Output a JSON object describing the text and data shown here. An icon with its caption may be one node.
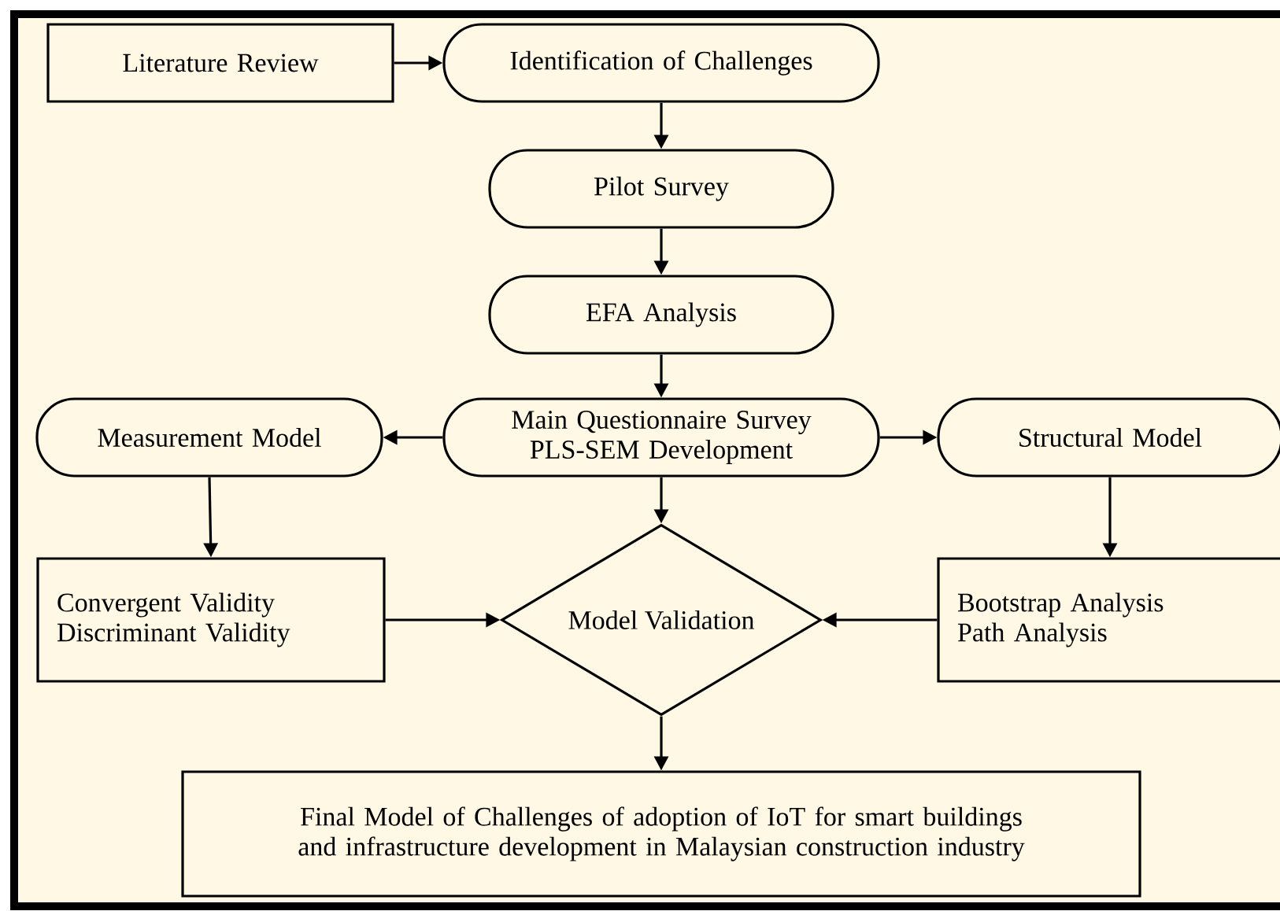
{
  "diagram": {
    "nodes": [
      {
        "text": [
          "Literature Review"
        ]
      },
      {
        "text": [
          "Identification of Challenges"
        ]
      },
      {
        "text": [
          "Pilot Survey"
        ]
      },
      {
        "text": [
          "EFA Analysis"
        ]
      },
      {
        "text": [
          "Main Questionnaire Survey",
          "PLS-SEM Development"
        ]
      },
      {
        "text": [
          "Measurement Model"
        ]
      },
      {
        "text": [
          "Structural Model"
        ]
      },
      {
        "text": [
          "Convergent Validity",
          "Discriminant Validity"
        ]
      },
      {
        "text": [
          "Model Validation"
        ]
      },
      {
        "text": [
          "Bootstrap Analysis",
          "Path Analysis"
        ]
      },
      {
        "text": [
          "Final Model of Challenges of adoption of IoT for smart buildings and infrastructure development in Malaysian construction industry"
        ]
      }
    ],
    "edges": [
      {
        "from": 0,
        "to": 1,
        "arrow": "to"
      },
      {
        "from": 1,
        "to": 2,
        "arrow": "to"
      },
      {
        "from": 2,
        "to": 3,
        "arrow": "to"
      },
      {
        "from": 3,
        "to": 4,
        "arrow": "to"
      },
      {
        "from": 4,
        "to": 5,
        "arrow": "to"
      },
      {
        "from": 4,
        "to": 6,
        "arrow": "to"
      },
      {
        "from": 4,
        "to": 8,
        "arrow": "to"
      },
      {
        "from": 5,
        "to": 7,
        "arrow": "to"
      },
      {
        "from": 6,
        "to": 9,
        "arrow": "to"
      },
      {
        "from": 7,
        "to": 8,
        "arrow": "to"
      },
      {
        "from": 9,
        "to": 8,
        "arrow": "to"
      },
      {
        "from": 8,
        "to": 10,
        "arrow": "to"
      }
    ]
  }
}
